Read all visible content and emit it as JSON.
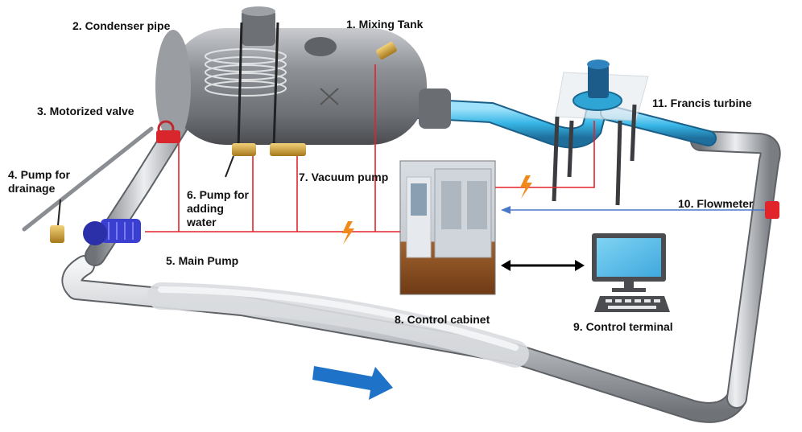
{
  "labels": {
    "condenser_pipe": "2. Condenser pipe",
    "mixing_tank": "1. Mixing Tank",
    "motorized_valve": "3. Motorized valve",
    "pump_drainage": "4. Pump for\ndrainage",
    "pump_adding_water": "6. Pump for\nadding\nwater",
    "vacuum_pump": "7. Vacuum pump",
    "main_pump": "5. Main Pump",
    "control_cabinet": "8. Control cabinet",
    "control_terminal": "9. Control terminal",
    "flowmeter": "10. Flowmeter",
    "francis_turbine": "11. Francis turbine"
  },
  "colors": {
    "pipe_metal": "#b9bcc0",
    "tank": "#8e9196",
    "turbine_pipe": "#37b6e6",
    "signal_line": "#e3242b",
    "flow_line": "#4a78c8",
    "main_pump": "#3b3fd0",
    "valve_body": "#c9a23a",
    "flow_arrow": "#1e73c8",
    "lightning": "#f08a1c",
    "flowmeter": "#e0242a"
  },
  "icons": [
    "flow-direction-arrow",
    "lightning-icon",
    "monitor-icon",
    "keyboard-icon",
    "double-arrow-icon"
  ]
}
